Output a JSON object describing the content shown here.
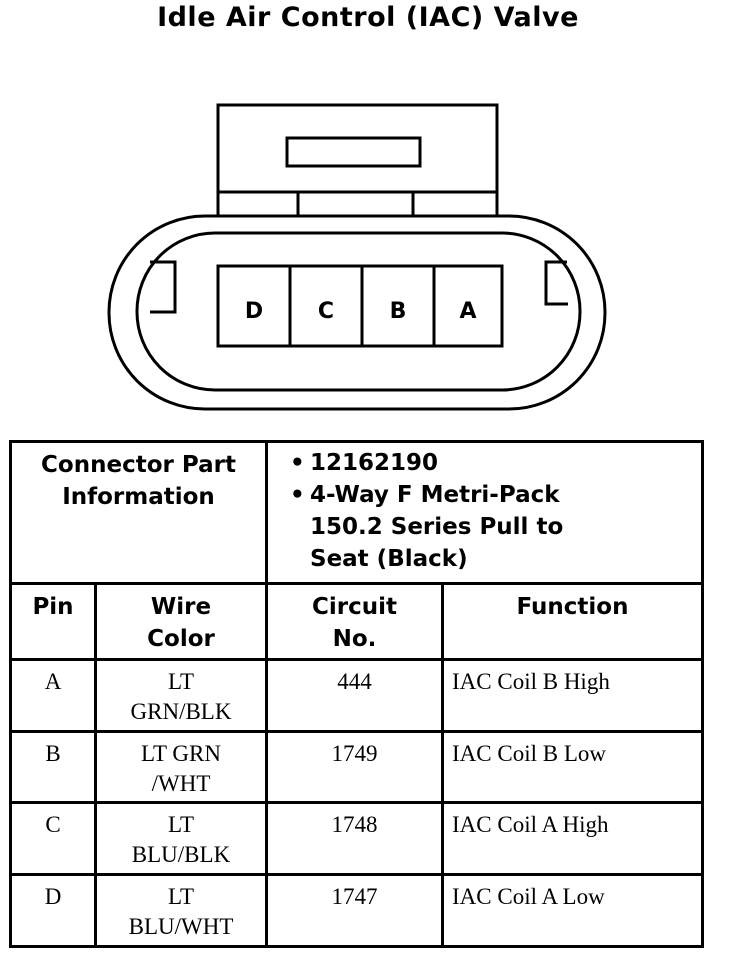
{
  "title": "Idle Air Control (IAC) Valve",
  "connector": {
    "pins": [
      "D",
      "C",
      "B",
      "A"
    ]
  },
  "part_info": {
    "label_line1": "Connector Part",
    "label_line2": "Information",
    "items": [
      {
        "lines": [
          "12162190"
        ]
      },
      {
        "lines": [
          "4-Way F Metri-Pack",
          "150.2 Series Pull to",
          "Seat (Black)"
        ]
      }
    ]
  },
  "table": {
    "headers": {
      "pin": "Pin",
      "wire_color": [
        "Wire",
        "Color"
      ],
      "circuit": [
        "Circuit",
        "No."
      ],
      "function": "Function"
    },
    "rows": [
      {
        "pin": "A",
        "wire": [
          "LT",
          "GRN/BLK"
        ],
        "circuit": "444",
        "function": "IAC Coil B High"
      },
      {
        "pin": "B",
        "wire": [
          "LT GRN",
          "/WHT"
        ],
        "circuit": "1749",
        "function": "IAC Coil B Low"
      },
      {
        "pin": "C",
        "wire": [
          "LT",
          "BLU/BLK"
        ],
        "circuit": "1748",
        "function": "IAC Coil A High"
      },
      {
        "pin": "D",
        "wire": [
          "LT",
          "BLU/WHT"
        ],
        "circuit": "1747",
        "function": "IAC Coil A Low"
      }
    ]
  }
}
